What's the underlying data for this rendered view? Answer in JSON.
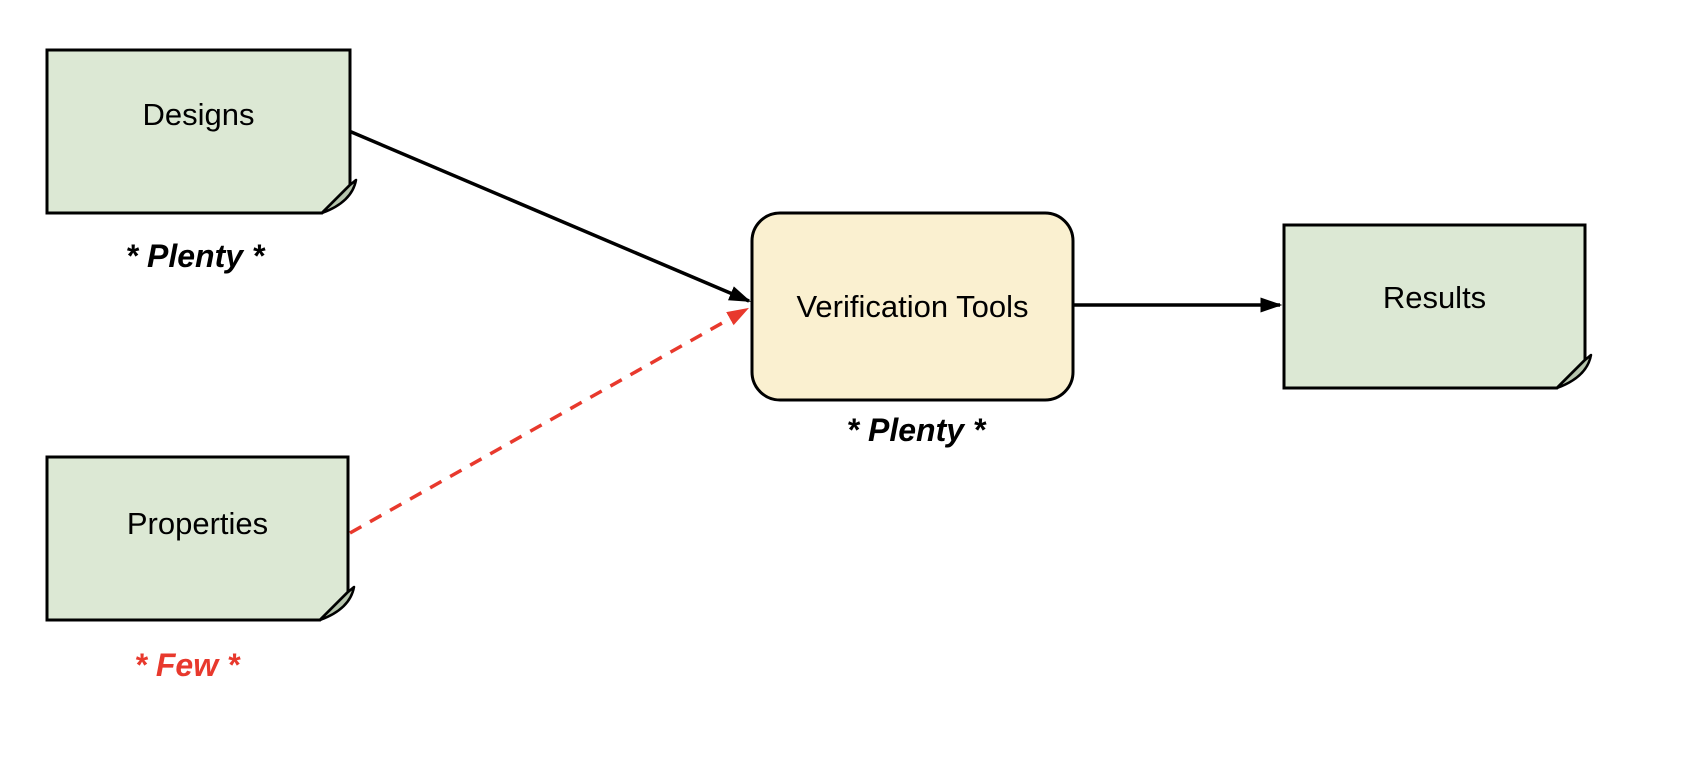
{
  "diagram": {
    "type": "flow-diagram",
    "nodes": [
      {
        "id": "designs",
        "label": "Designs",
        "shape": "note"
      },
      {
        "id": "properties",
        "label": "Properties",
        "shape": "note"
      },
      {
        "id": "verification-tools",
        "label": "Verification Tools",
        "shape": "rounded-rect"
      },
      {
        "id": "results",
        "label": "Results",
        "shape": "note"
      }
    ],
    "annotations": [
      {
        "id": "designs-quantity",
        "text": "* Plenty *",
        "color": "#000000",
        "attached_to": "designs"
      },
      {
        "id": "properties-quantity",
        "text": "* Few *",
        "color": "#e8392d",
        "attached_to": "properties"
      },
      {
        "id": "tools-quantity",
        "text": "* Plenty *",
        "color": "#000000",
        "attached_to": "verification-tools"
      }
    ],
    "edges": [
      {
        "id": "designs-to-tools",
        "from": "designs",
        "to": "verification-tools",
        "style": "solid",
        "color": "#000000"
      },
      {
        "id": "properties-to-tools",
        "from": "properties",
        "to": "verification-tools",
        "style": "dashed",
        "color": "#e8392d"
      },
      {
        "id": "tools-to-results",
        "from": "verification-tools",
        "to": "results",
        "style": "solid",
        "color": "#000000"
      }
    ],
    "colors": {
      "background": "#ffffff",
      "note_fill": "#dce8d4",
      "note_fold": "#b5c4ac",
      "note_border": "#000000",
      "process_fill": "#faf0d0",
      "process_border": "#000000",
      "arrow_black": "#000000",
      "arrow_red": "#e8392d",
      "label_text": "#000000"
    }
  }
}
